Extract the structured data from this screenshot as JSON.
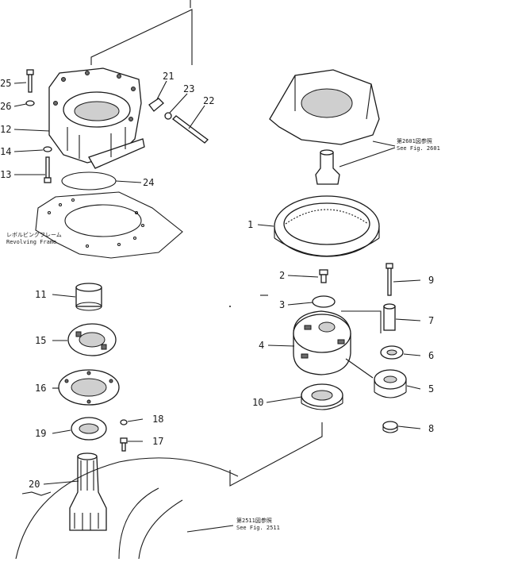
{
  "diagram": {
    "part_labels": [
      "1",
      "2",
      "3",
      "4",
      "5",
      "6",
      "7",
      "8",
      "9",
      "10",
      "11",
      "12",
      "13",
      "14",
      "15",
      "16",
      "17",
      "18",
      "19",
      "20",
      "21",
      "22",
      "23",
      "24",
      "25",
      "26"
    ],
    "frame_note": {
      "jp": "レボルビングフレーム",
      "en": "Revolving Frame"
    },
    "ref_2601": {
      "jp": "第2601図参照",
      "en": "See Fig. 2601"
    },
    "ref_2511": {
      "jp": "第2511図参照",
      "en": "See Fig. 2511"
    }
  }
}
